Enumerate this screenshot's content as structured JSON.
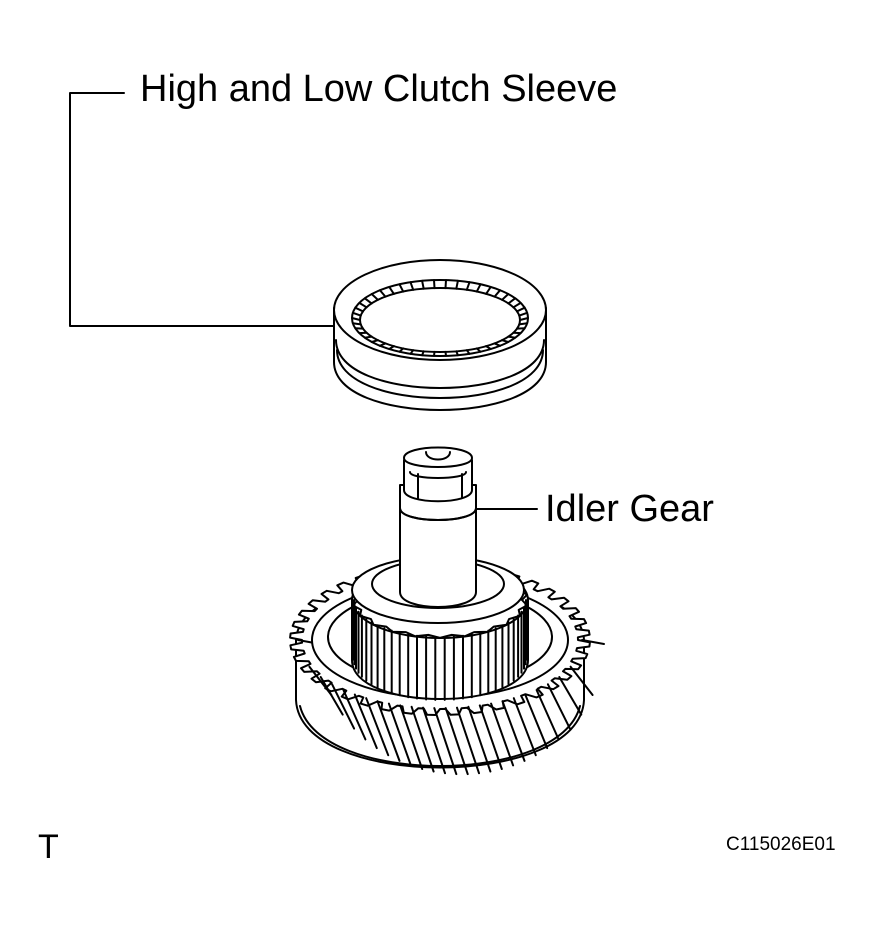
{
  "labels": {
    "clutch_sleeve": "High and Low Clutch Sleeve",
    "idler_gear": "Idler Gear"
  },
  "corner_code": "T",
  "figure_id": "C115026E01",
  "colors": {
    "line": "#000000",
    "fill": "#ffffff"
  }
}
